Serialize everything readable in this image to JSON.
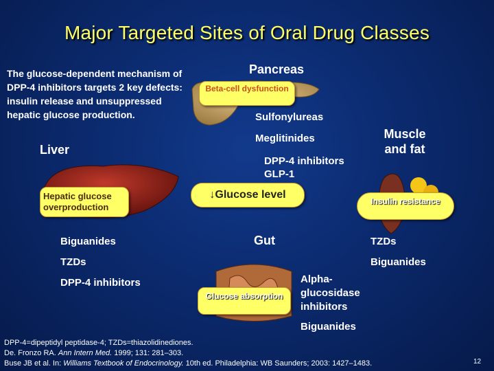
{
  "title": "Major Targeted Sites of Oral Drug Classes",
  "intro": "The glucose-dependent mechanism of DPP-4 inhibitors targets 2 key defects: insulin release and unsuppressed hepatic glucose production.",
  "pancreas": {
    "label": "Pancreas",
    "defect": "Beta-cell dysfunction",
    "drugs": [
      "Sulfonylureas",
      "Meglitinides",
      "DPP-4 inhibitors",
      "GLP-1"
    ]
  },
  "liver": {
    "label": "Liver",
    "defect": "Hepatic glucose overproduction",
    "drugs": [
      "Biguanides",
      "TZDs",
      "DPP-4 inhibitors"
    ]
  },
  "muscle": {
    "label": "Muscle and fat",
    "defect": "Insulin resistance",
    "drugs": [
      "TZDs",
      "Biguanides"
    ]
  },
  "center": {
    "glucose_level": "↓Glucose level"
  },
  "gut": {
    "label": "Gut",
    "defect": "Glucose absorption",
    "drugs": [
      "Alpha-glucosidase inhibitors",
      "Biguanides"
    ]
  },
  "footer": {
    "abbrev": "DPP-4=dipeptidyl peptidase-4; TZDs=thiazolidinediones.",
    "ref1_prefix": "De. Fronzo RA.",
    "ref1_journal": "Ann Intern Med.",
    "ref1_suffix": "1999; 131: 281–303.",
    "ref2_prefix": "Buse JB et al. In:",
    "ref2_book": "Williams Textbook of Endocrinology.",
    "ref2_suffix": "10th ed. Philadelphia: WB Saunders; 2003: 1427–1483."
  },
  "page_number": "12",
  "colors": {
    "title": "#ffff66",
    "bubble_fill": "#ffff66",
    "bubble_text": "#cc4e1f",
    "background": "#0b2a6e"
  }
}
